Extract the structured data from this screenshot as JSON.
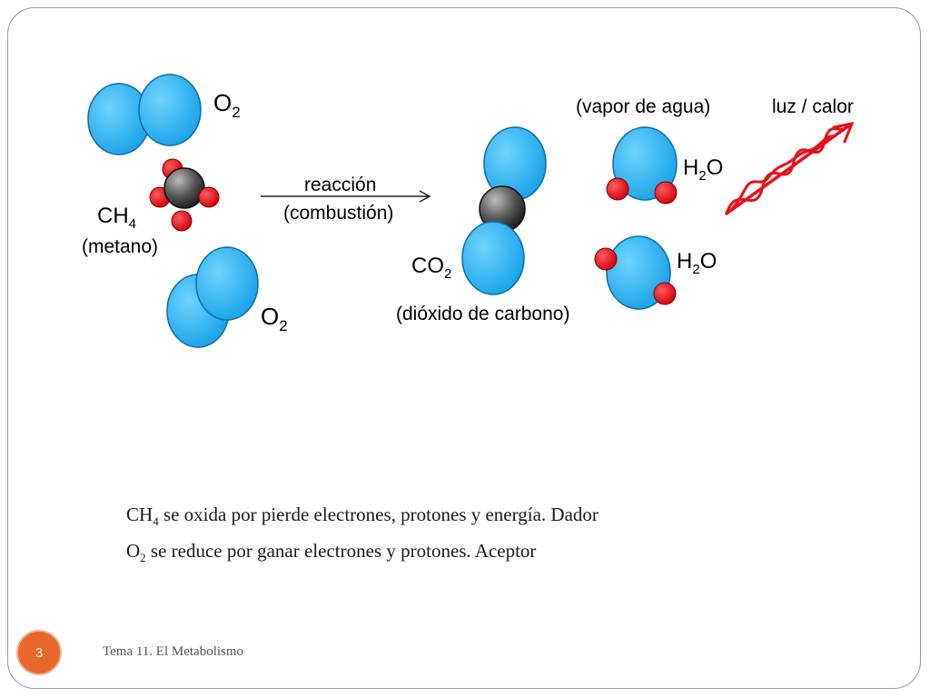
{
  "diagram": {
    "labels": {
      "o2_top": {
        "main": "O",
        "sub": "2"
      },
      "ch4": {
        "main": "CH",
        "sub": "4"
      },
      "metano": "(metano)",
      "o2_bottom": {
        "main": "O",
        "sub": "2"
      },
      "reaccion": "reacción",
      "combustion": "(combustión)",
      "co2": {
        "main": "CO",
        "sub": "2",
        "tail": ""
      },
      "dioxido": "(dióxido de carbono)",
      "vapor": "(vapor de agua)",
      "h2o_top": {
        "main": "H",
        "sub": "2",
        "tail": "O"
      },
      "h2o_bottom": {
        "main": "H",
        "sub": "2",
        "tail": "O"
      },
      "luz_calor": "luz / calor"
    },
    "colors": {
      "oxygen": "#1aa3e8",
      "hydrogen": "#e8101a",
      "carbon": "#555555",
      "energy": "#e8101a"
    }
  },
  "text": {
    "line1": {
      "a": "CH",
      "sub": "4",
      "b": " se oxida por pierde electrones, protones y energía. Dador"
    },
    "line2": {
      "a": "O",
      "sub": "2",
      "b": " se reduce por ganar electrones y protones. Aceptor"
    }
  },
  "footer": {
    "page_number": "3",
    "title": "Tema 11. El Metabolismo"
  }
}
